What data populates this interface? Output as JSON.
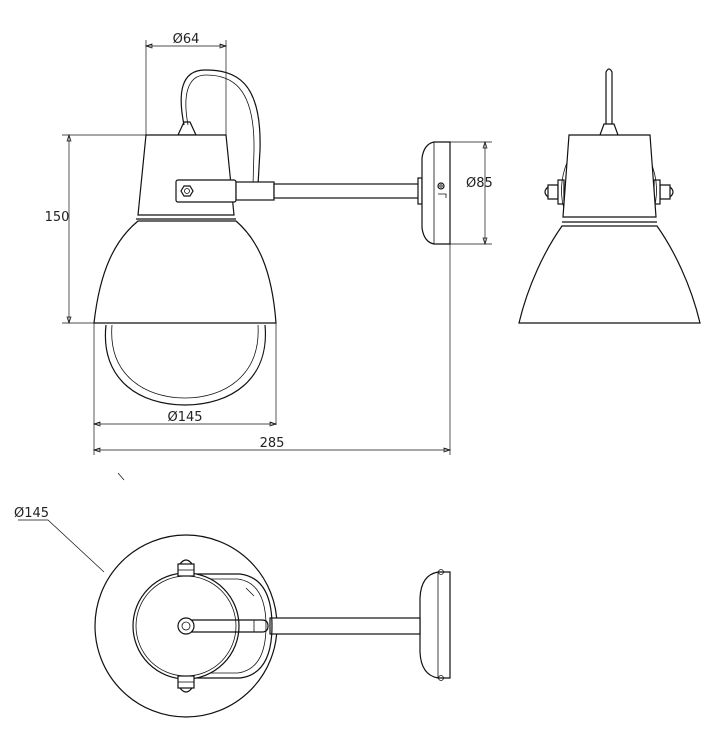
{
  "dimensions": {
    "cap_diameter": "Ø64",
    "height": "150",
    "plate_diameter": "Ø85",
    "shade_diameter": "Ø145",
    "total_length": "285",
    "bottom_shade_diameter": "Ø145"
  },
  "colors": {
    "line": "#111111",
    "background": "#ffffff"
  }
}
